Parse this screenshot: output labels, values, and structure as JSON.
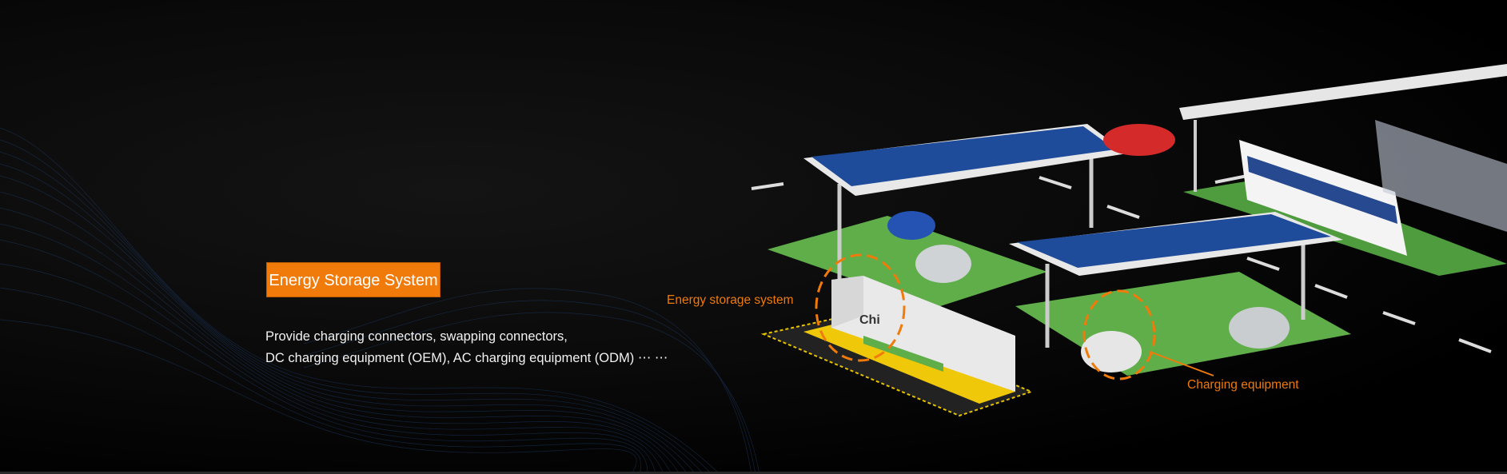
{
  "hero": {
    "badge": "Energy Storage System",
    "description_lines": [
      "Provide charging connectors, swapping connectors,",
      "DC charging equipment (OEM), AC charging equipment (ODM) ⋯ ⋯"
    ]
  },
  "illustration": {
    "callouts": {
      "energy_storage": "Energy storage system",
      "charging_equipment": "Charging equipment"
    },
    "container_logo": "Chi",
    "accent_color": "#f07a0a"
  }
}
